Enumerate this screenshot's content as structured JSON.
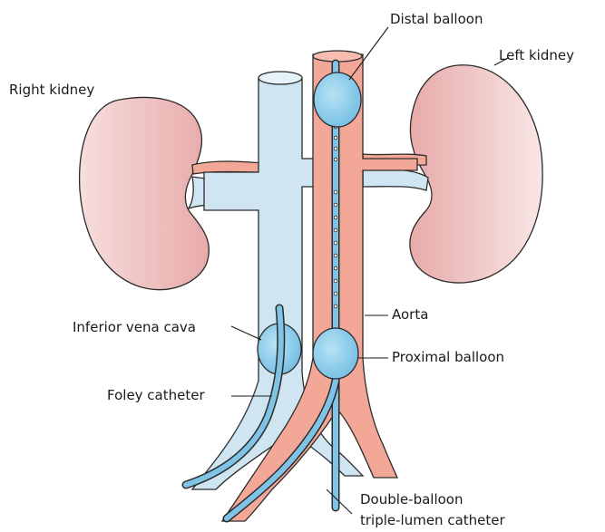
{
  "labels": {
    "distal_balloon": "Distal balloon",
    "left_kidney": "Left kidney",
    "right_kidney": "Right kidney",
    "aorta": "Aorta",
    "inferior_vena_cava": "Inferior vena cava",
    "proximal_balloon": "Proximal balloon",
    "foley_catheter": "Foley catheter",
    "double_balloon_line1": "Double-balloon",
    "double_balloon_line2": "triple-lumen catheter"
  },
  "colors": {
    "kidney": "#f2cbcb",
    "aorta": "#f3a897",
    "vena_cava": "#cfe6f2",
    "balloon": "#8fcdec",
    "catheter": "#7fc4e6",
    "outline": "#2b2b2b"
  }
}
